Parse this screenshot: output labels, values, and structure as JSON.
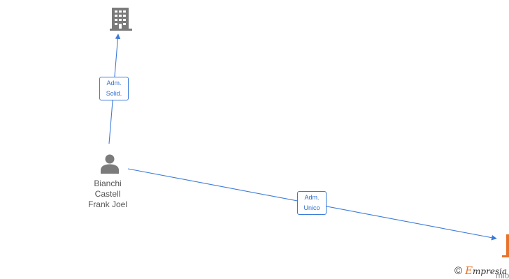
{
  "nodes": {
    "company_top": {
      "type": "company",
      "icon": "building-icon",
      "color": "#7b7b7b"
    },
    "person": {
      "type": "person",
      "icon": "person-icon",
      "color": "#7b7b7b",
      "name_lines": [
        "Bianchi",
        "Castell",
        "Frank Joel"
      ]
    },
    "company_right": {
      "type": "company",
      "icon": "building-icon",
      "color": "#e8732a",
      "partial_text": "mio"
    }
  },
  "edges": [
    {
      "from": "person",
      "to": "company_top",
      "label_lines": [
        "Adm.",
        "Solid."
      ]
    },
    {
      "from": "person",
      "to": "company_right",
      "label_lines": [
        "Adm.",
        "Unico"
      ]
    }
  ],
  "colors": {
    "edge": "#3b7bd9",
    "node_person": "#7b7b7b",
    "node_company_highlight": "#e8732a"
  },
  "watermark": {
    "copyright_symbol": "©",
    "brand_first": "E",
    "brand_rest": "mpresia"
  }
}
